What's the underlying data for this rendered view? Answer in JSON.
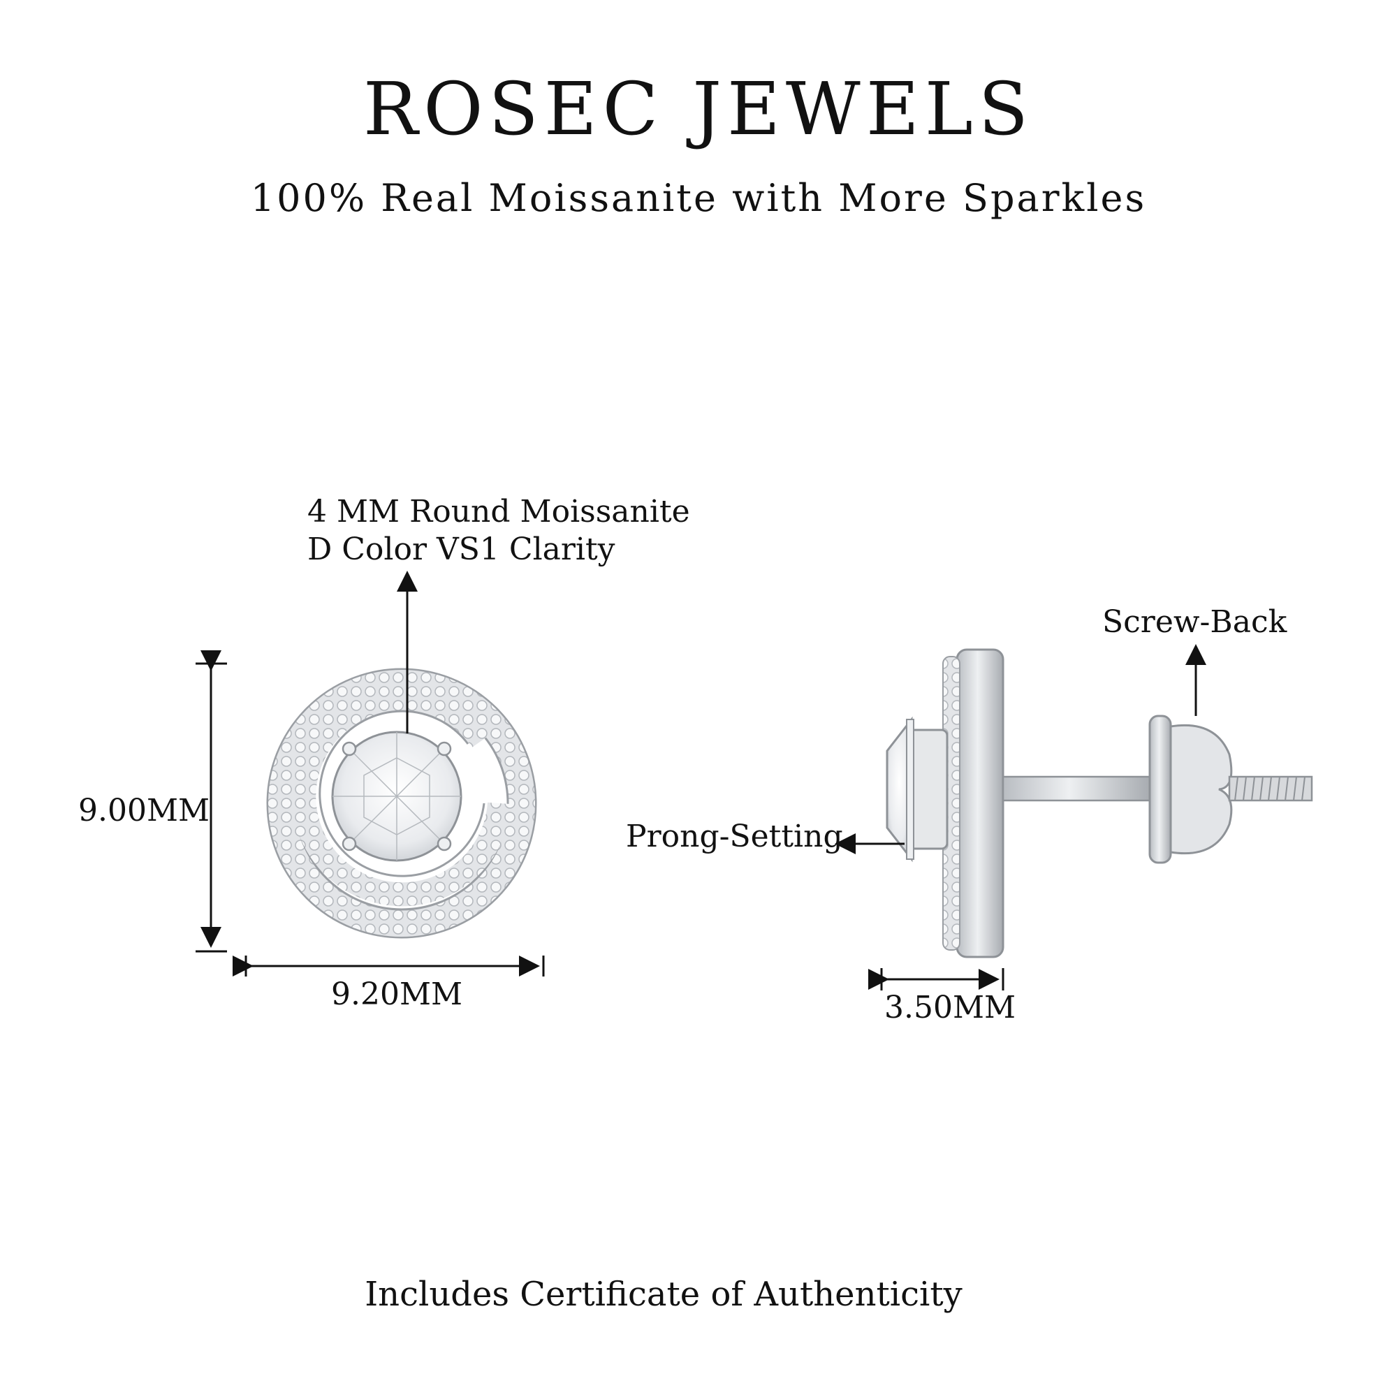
{
  "header": {
    "brand": "ROSEC JEWELS",
    "tagline": "100% Real Moissanite with More Sparkles"
  },
  "front_view": {
    "stone_spec_line1": "4 MM Round Moissanite",
    "stone_spec_line2": "D Color VS1 Clarity",
    "height_label": "9.00MM",
    "width_label": "9.20MM"
  },
  "side_view": {
    "screw_back_label": "Screw-Back",
    "prong_setting_label": "Prong-Setting",
    "depth_label": "3.50MM"
  },
  "footer": {
    "certificate_text": "Includes Certificate of Authenticity"
  },
  "colors": {
    "metal": "#d9dbdd",
    "metal_edge": "#9a9ea3",
    "stone": "#f4f5f6",
    "ink": "#111111"
  }
}
